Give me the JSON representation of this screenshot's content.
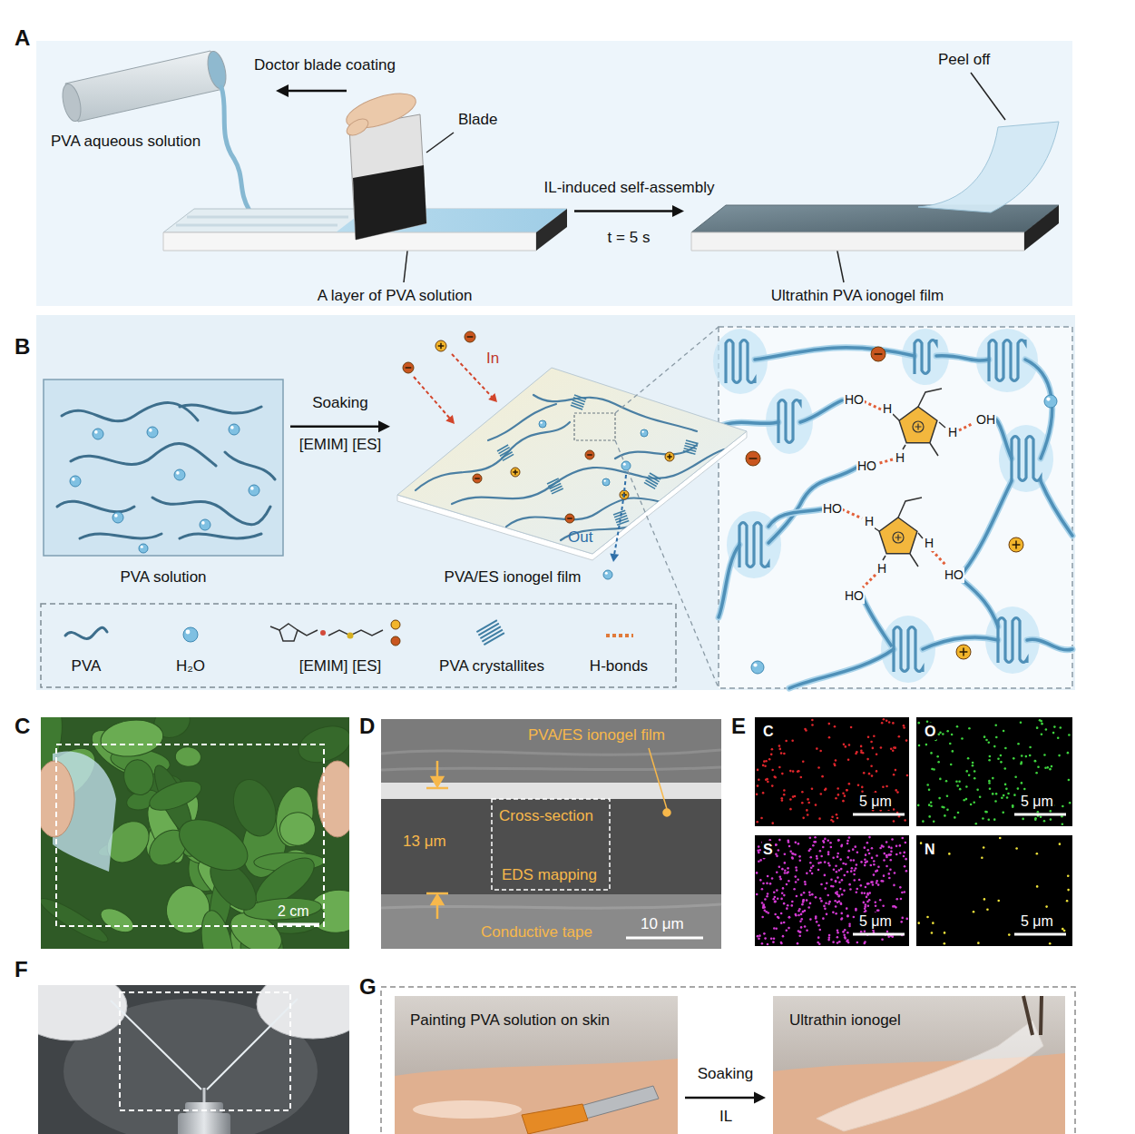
{
  "diagram": {
    "nodes": [
      {
        "text": [
          "A"
        ]
      },
      {
        "text": [
          "A layer of PVA solution"
        ],
        "in": 0
      },
      {
        "text": [
          "Ultrathin PVA ionogel film"
        ],
        "in": 0
      },
      {
        "text": [
          "B"
        ]
      },
      {
        "text": [
          "PVA solution"
        ],
        "in": 3
      },
      {
        "text": [
          "PVA/ES ionogel film"
        ],
        "in": 3
      },
      {
        "text": [
          "G"
        ]
      },
      {
        "text": [
          "Painting PVA solution on skin"
        ],
        "in": 6
      },
      {
        "text": [
          "Ultrathin ionogel"
        ],
        "in": 6
      }
    ],
    "edges": [
      {
        "from": 1,
        "to": 2,
        "label": "IL-induced self-assembly",
        "arrow": "to"
      },
      {
        "from": 4,
        "to": 5,
        "label": "Soaking",
        "arrow": "to"
      },
      {
        "from": 7,
        "to": 8,
        "label": "Soaking",
        "arrow": "to"
      }
    ],
    "labels": [
      "Doctor blade coating",
      "PVA aqueous solution",
      "Blade",
      "t = 5 s",
      "Peel off",
      "[EMIM] [ES]",
      "In",
      "Out",
      "HO",
      "H",
      "H",
      "OH",
      "HO",
      "H",
      "HO",
      "H",
      "H",
      "HO",
      "HO",
      "H",
      "C",
      "2 cm",
      "D",
      "PVA/ES ionogel film",
      "13 μm",
      "Cross-section",
      "EDS mapping",
      "Conductive tape",
      "10 μm",
      "E",
      "C",
      "5 μm",
      "O",
      "5 μm",
      "S",
      "5 μm",
      "N",
      "5 μm",
      "F",
      "IL"
    ],
    "legend": [
      {
        "text": "PVA"
      },
      {
        "text": "H₂O"
      },
      {
        "text": "[EMIM] [ES]"
      },
      {
        "text": "PVA crystallites"
      },
      {
        "text": "H-bonds"
      }
    ]
  }
}
